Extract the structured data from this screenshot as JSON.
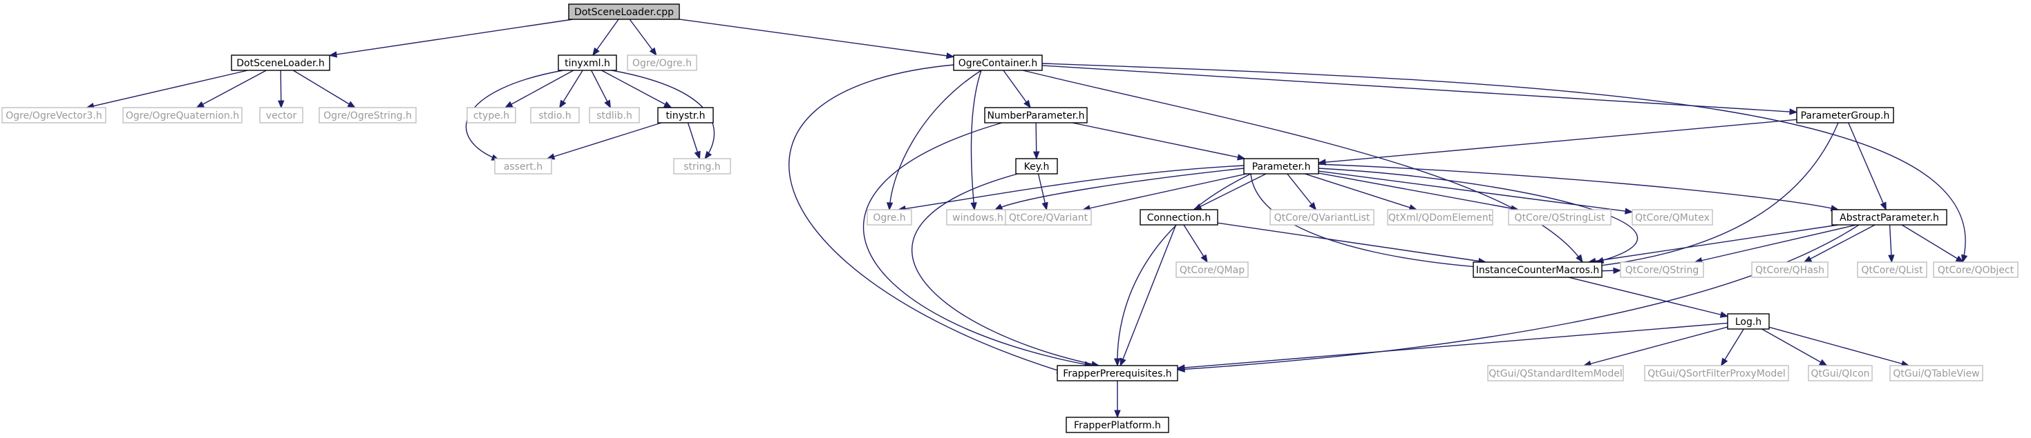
{
  "graph": {
    "nodes": [
      {
        "id": "dotsceneloader_cpp",
        "label": "DotSceneLoader.cpp",
        "style": "root"
      },
      {
        "id": "dotsceneloader_h",
        "label": "DotSceneLoader.h",
        "style": "strong"
      },
      {
        "id": "tinyxml_h",
        "label": "tinyxml.h",
        "style": "strong"
      },
      {
        "id": "ogre_ogre_h",
        "label": "Ogre/Ogre.h",
        "style": "weak"
      },
      {
        "id": "ogrecontainer_h",
        "label": "OgreContainer.h",
        "style": "strong"
      },
      {
        "id": "ogrevector3_h",
        "label": "Ogre/OgreVector3.h",
        "style": "weak"
      },
      {
        "id": "ogrequaternion_h",
        "label": "Ogre/OgreQuaternion.h",
        "style": "weak"
      },
      {
        "id": "vector",
        "label": "vector",
        "style": "weak"
      },
      {
        "id": "ogrestring_h",
        "label": "Ogre/OgreString.h",
        "style": "weak"
      },
      {
        "id": "ctype_h",
        "label": "ctype.h",
        "style": "weak"
      },
      {
        "id": "stdio_h",
        "label": "stdio.h",
        "style": "weak"
      },
      {
        "id": "stdlib_h",
        "label": "stdlib.h",
        "style": "weak"
      },
      {
        "id": "tinystr_h",
        "label": "tinystr.h",
        "style": "strong"
      },
      {
        "id": "assert_h",
        "label": "assert.h",
        "style": "weak"
      },
      {
        "id": "string_h",
        "label": "string.h",
        "style": "weak"
      },
      {
        "id": "numberparameter_h",
        "label": "NumberParameter.h",
        "style": "strong"
      },
      {
        "id": "parametergroup_h",
        "label": "ParameterGroup.h",
        "style": "strong"
      },
      {
        "id": "key_h",
        "label": "Key.h",
        "style": "strong"
      },
      {
        "id": "parameter_h",
        "label": "Parameter.h",
        "style": "strong"
      },
      {
        "id": "ogre_h",
        "label": "Ogre.h",
        "style": "weak"
      },
      {
        "id": "windows_h",
        "label": "windows.h",
        "style": "weak"
      },
      {
        "id": "qvariant",
        "label": "QtCore/QVariant",
        "style": "weak"
      },
      {
        "id": "connection_h",
        "label": "Connection.h",
        "style": "strong"
      },
      {
        "id": "qvariantlist",
        "label": "QtCore/QVariantList",
        "style": "weak"
      },
      {
        "id": "qdomelement",
        "label": "QtXml/QDomElement",
        "style": "weak"
      },
      {
        "id": "qstringlist",
        "label": "QtCore/QStringList",
        "style": "weak"
      },
      {
        "id": "qmutex",
        "label": "QtCore/QMutex",
        "style": "weak"
      },
      {
        "id": "abstractparameter_h",
        "label": "AbstractParameter.h",
        "style": "strong"
      },
      {
        "id": "qmap",
        "label": "QtCore/QMap",
        "style": "weak"
      },
      {
        "id": "instancecountermacros_h",
        "label": "InstanceCounterMacros.h",
        "style": "strong"
      },
      {
        "id": "qstring",
        "label": "QtCore/QString",
        "style": "weak"
      },
      {
        "id": "qhash",
        "label": "QtCore/QHash",
        "style": "weak"
      },
      {
        "id": "qlist",
        "label": "QtCore/QList",
        "style": "weak"
      },
      {
        "id": "qobject",
        "label": "QtCore/QObject",
        "style": "weak"
      },
      {
        "id": "log_h",
        "label": "Log.h",
        "style": "strong"
      },
      {
        "id": "frapperprerequisites_h",
        "label": "FrapperPrerequisites.h",
        "style": "strong"
      },
      {
        "id": "qstandarditemmodel",
        "label": "QtGui/QStandardItemModel",
        "style": "weak"
      },
      {
        "id": "qsortfilterproxymodel",
        "label": "QtGui/QSortFilterProxyModel",
        "style": "weak"
      },
      {
        "id": "qicon",
        "label": "QtGui/QIcon",
        "style": "weak"
      },
      {
        "id": "qtableview",
        "label": "QtGui/QTableView",
        "style": "weak"
      },
      {
        "id": "frapperplatform_h",
        "label": "FrapperPlatform.h",
        "style": "strong"
      }
    ]
  }
}
